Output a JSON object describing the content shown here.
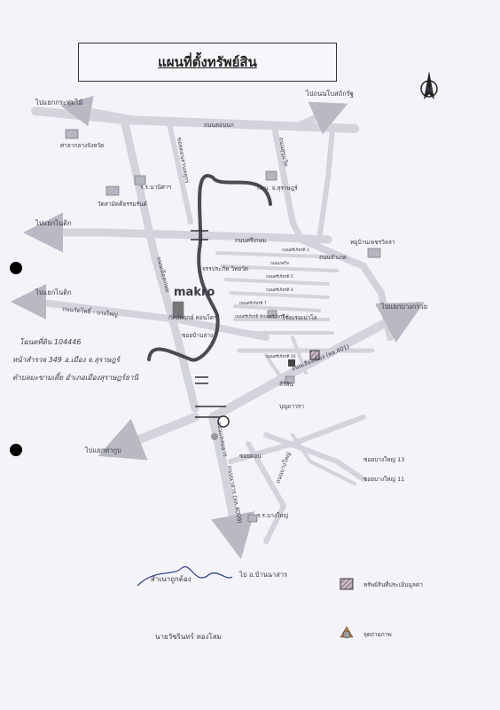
{
  "title": "แผนที่ตั้งทรัพย์สิน",
  "directions": {
    "to_kradoomai": "ไปแยกกระทุ่มไม้",
    "to_bung_khuro": "ไปถนนโบสถ์กรัฐ",
    "to_tiwanon_1": "ไปแยกไนติก",
    "to_tiwanon_2": "ไปแยกไนติก",
    "to_bang_kruai": "ไปแยกบางกรวย",
    "to_khae_rai": "ไปแยกท่ากูบ",
    "to_ban_nathan": "ไป อ.บ้านนาสาร"
  },
  "roads": {
    "thanon_tanonnok": "ถนนตอนนก",
    "thanon_sri_kasem": "ถนนศรีเกษม",
    "thanon_don_rak": "ถนนดอนรัก",
    "thanon_ratanaburi": "ถนนเมืองเกษม",
    "thanon_sukhumvit": "ถนนสุขุมวิท",
    "thanon_chanakarn": "ถนนจำเภด",
    "thanon_moo1": "ถนนวัดโพธิ์ - บางใหญ่",
    "thanon_lom_muang": "ถนนเลี่ยงเมือง (ทล.401)",
    "thanon_bang_yai_s": "ถนนบางใหญ่",
    "thanon_buzan_kao": "ถนนแหลมธาร",
    "thanon_ban_nathan": "ถนนนาสาร (ทล.4009)",
    "soi_ratsa": "ซอยดอนสวนหลุกร",
    "soi_chaisri": "ซอยดอน",
    "soi_bang_yai_13": "ซอยบางใหญ่ 13",
    "soi_bang_yai_11": "ซอยบางใหญ่ 11",
    "soi_kiti_1": "ถนนศรีเกียรติ 1",
    "soi_kiti_2": "ถนนเกศใจ",
    "soi_kiti_3": "ถนนศรีเกียรติ 5",
    "soi_kiti_4": "ถนนศรีเกียรติ 4",
    "soi_kiti_5": "ถนนศรีเกียรติ 7",
    "soi_kiti_6": "ถนนศรีเกียรติ 9",
    "soi_kiti_7": "ถนนศรีเกียรติ 8",
    "soi_kiti_8": "ถนนศรีเกียรติ 10",
    "soi_ban_lang": "ซอยบ้านล่าง"
  },
  "places": {
    "city_hall": "ศาลากลางจังหวัด",
    "school_north": "ร.ร.นานิศาฯ",
    "temple": "วัดสามัคคีธรรมรันต์",
    "rv_office": "กสน. จ.สุราษฎร์",
    "school_mid": "จรรประภัท วิทยวัด",
    "village_east": "หมู่บ้านเพชรวิลล่า",
    "makro": "makro",
    "condo": "กัลปพฤกษ์ คอนโดฯ",
    "hotel": "โรงแรมเปาโล",
    "seven_eleven": "สิริสิน",
    "bukkathu": "บุญถาวรา",
    "school_south": "ร.ร.บางใหญ่"
  },
  "handwritten_note": {
    "line1": "โฉนดที่ดิน 104446",
    "line2": "หน้าสำรวจ 349 อ.เมือง จ.สุราษฎร์",
    "line3": "ตำบลมะขามเตี้ย อำเภอเมืองสุราษฎร์ธานี"
  },
  "signature": {
    "certify_text": "สำเนาถูกต้อง",
    "name": "นายวัชรินทร์ ทองโสม"
  },
  "legend": {
    "property_label": "ทรัพย์สินที่ประเมินมูลค่า",
    "photo_label": "จุดถ่ายภาพ"
  },
  "colors": {
    "road": "#d3d3dc",
    "road_edge": "#b9b9c4",
    "river": "#4a4a52",
    "property": "#8c6f86"
  },
  "icons": [
    "compass-icon",
    "arrow-icon",
    "building-icon",
    "property-marker",
    "photo-point-icon"
  ]
}
